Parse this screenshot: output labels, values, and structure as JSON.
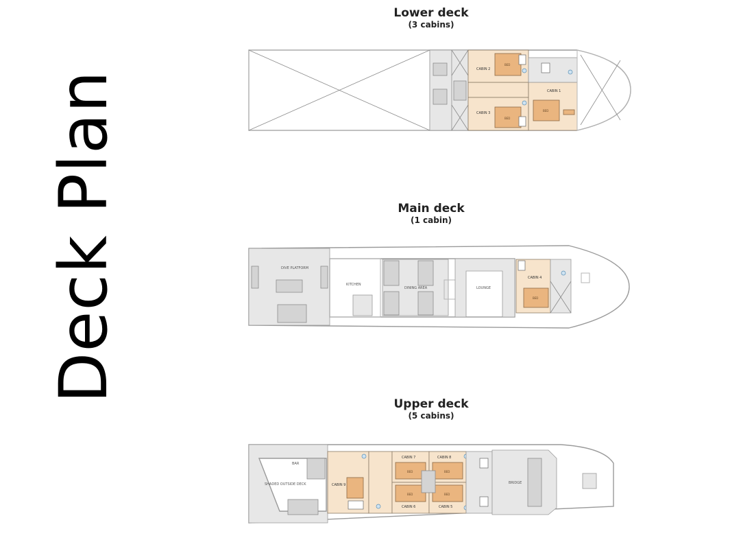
{
  "title": "Deck Plan",
  "decks": [
    {
      "name": "Lower deck",
      "cabin_count": "(3 cabins)",
      "rooms": [
        "CABIN 2",
        "CABIN 1",
        "CABIN 3"
      ]
    },
    {
      "name": "Main deck",
      "cabin_count": "(1 cabin)",
      "rooms": [
        "DIVE PLATFORM",
        "KITCHEN",
        "DINING AREA",
        "LOUNGE",
        "CABIN 4"
      ]
    },
    {
      "name": "Upper deck",
      "cabin_count": "(5 cabins)",
      "rooms": [
        "BAR",
        "SHADED OUTSIDE DECK",
        "CABIN 9",
        "CABIN 7",
        "CABIN 8",
        "CABIN 6",
        "CABIN 5",
        "BRIDGE"
      ]
    }
  ],
  "bed_label": "BED",
  "colors": {
    "cabin_fill": "#f7e4cc",
    "bed_fill": "#eab57f",
    "service_fill": "#e7e7e7",
    "hull_stroke": "#9a9a9a"
  }
}
